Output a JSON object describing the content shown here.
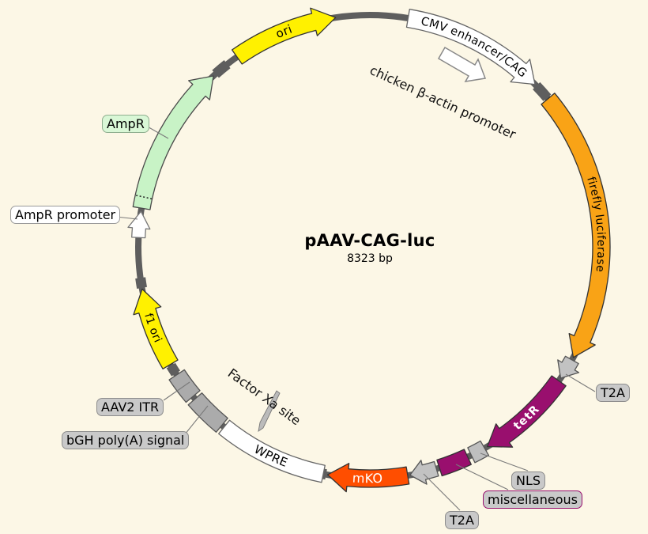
{
  "window": {
    "background": "#FCF7E6",
    "ring_color": "#5E5E5E"
  },
  "plasmid": {
    "title": "pAAV-CAG-luc",
    "size_label": "8323 bp",
    "annotations": {
      "beta_actin": "chicken β-actin promoter",
      "factor_xa": "Factor Xa site"
    },
    "features": [
      {
        "name": "ori",
        "label": "ori",
        "shape": "arrow",
        "direction": "clockwise",
        "color": "#FFF100",
        "outline": "#333333",
        "label_color": "#000000",
        "on_arc": true,
        "label_dir": "cw",
        "font_size": 15,
        "bold": false,
        "start_deg": 325,
        "end_deg": 351.5,
        "width": 22,
        "head_deg": 5.5
      },
      {
        "name": "cmv-enhancer-cag",
        "label": "CMV enhancer/CAG",
        "shape": "arrow",
        "direction": "clockwise",
        "color": "#FFFFFF",
        "outline": "#666666",
        "label_color": "#000000",
        "on_arc": true,
        "label_dir": "cw",
        "font_size": 14.5,
        "bold": false,
        "start_deg": 9.5,
        "end_deg": 45.5,
        "width": 23,
        "head_deg": 5
      },
      {
        "name": "firefly-luciferase",
        "label": "firefly luciferase",
        "shape": "arrow",
        "direction": "clockwise",
        "color": "#F9A316",
        "outline": "#333333",
        "label_color": "#000000",
        "on_arc": true,
        "label_dir": "cw",
        "font_size": 14,
        "bold": false,
        "start_deg": 50.3,
        "end_deg": 118.5,
        "width": 22,
        "head_deg": 5
      },
      {
        "name": "t2a-1",
        "label": "T2A",
        "shape": "arrow",
        "direction": "clockwise",
        "color": "#C2C2C2",
        "outline": "#555555",
        "label_color": "#000000",
        "on_arc": false,
        "start_deg": 119.2,
        "end_deg": 124.5,
        "width": 19,
        "head_deg": 3.5
      },
      {
        "name": "tetr",
        "label": "tetR",
        "shape": "arrow",
        "direction": "clockwise",
        "color": "#990F6E",
        "outline": "#333333",
        "label_color": "#FFFFFF",
        "on_arc": true,
        "label_dir": "ccw",
        "font_size": 14.5,
        "bold": true,
        "start_deg": 125.3,
        "end_deg": 149.5,
        "width": 22,
        "head_deg": 5
      },
      {
        "name": "nls",
        "label": "NLS",
        "shape": "box",
        "direction": null,
        "color": "#BFBFBF",
        "outline": "#555555",
        "label_color": "#000000",
        "on_arc": false,
        "start_deg": 150.3,
        "end_deg": 154,
        "width": 21
      },
      {
        "name": "miscellaneous",
        "label": "miscellaneous",
        "shape": "box",
        "direction": null,
        "color": "#990F6E",
        "outline": "#333333",
        "label_color": "#000000",
        "on_arc": false,
        "start_deg": 155,
        "end_deg": 162.5,
        "width": 21
      },
      {
        "name": "t2a-2",
        "label": "T2A",
        "shape": "arrow",
        "direction": "clockwise",
        "color": "#C2C2C2",
        "outline": "#555555",
        "label_color": "#000000",
        "on_arc": false,
        "start_deg": 163.3,
        "end_deg": 170,
        "width": 19,
        "head_deg": 3.5
      },
      {
        "name": "mko",
        "label": "mKO",
        "shape": "arrow",
        "direction": "clockwise",
        "color": "#FF4E00",
        "outline": "#333333",
        "label_color": "#FFFFFF",
        "on_arc": true,
        "label_dir": "ccw",
        "font_size": 16,
        "bold": false,
        "start_deg": 170.6,
        "end_deg": 190.5,
        "width": 22,
        "head_deg": 5
      },
      {
        "name": "wpre",
        "label": "WPRE",
        "shape": "box",
        "direction": null,
        "color": "#FFFFFF",
        "outline": "#666666",
        "label_color": "#000000",
        "on_arc": true,
        "label_dir": "ccw",
        "font_size": 15,
        "bold": false,
        "start_deg": 191.6,
        "end_deg": 219,
        "width": 22
      },
      {
        "name": "bgh-polya",
        "label": "bGH poly(A) signal",
        "shape": "box",
        "direction": null,
        "color": "#ABABAB",
        "outline": "#555555",
        "label_color": "#000000",
        "on_arc": false,
        "start_deg": 219.7,
        "end_deg": 229,
        "width": 23
      },
      {
        "name": "aav2-itr",
        "label": "AAV2 ITR",
        "shape": "box",
        "direction": null,
        "color": "#ABABAB",
        "outline": "#555555",
        "label_color": "#000000",
        "on_arc": false,
        "start_deg": 229.8,
        "end_deg": 236.5,
        "width": 23
      },
      {
        "name": "f1-ori",
        "label": "f1 ori",
        "shape": "arrow",
        "direction": "clockwise",
        "color": "#FFF100",
        "outline": "#333333",
        "label_color": "#000000",
        "on_arc": true,
        "label_dir": "ccw",
        "font_size": 14,
        "bold": false,
        "start_deg": 239.5,
        "end_deg": 259.5,
        "width": 22,
        "head_deg": 5.5
      },
      {
        "name": "ampr-promoter",
        "label": "AmpR promoter",
        "shape": "arrow",
        "direction": "clockwise",
        "color": "#FFFFFF",
        "outline": "#777777",
        "label_color": "#000000",
        "on_arc": false,
        "start_deg": 272.3,
        "end_deg": 278.8,
        "width": 17,
        "head_deg": 4.2
      },
      {
        "name": "ampr",
        "label": "AmpR",
        "shape": "arrow",
        "direction": "clockwise",
        "color": "#C8F3C6",
        "outline": "#4a4a4a",
        "label_color": "#000000",
        "on_arc": false,
        "start_deg": 279.6,
        "end_deg": 317.5,
        "width": 22,
        "head_deg": 5,
        "divider_deg": 282.4
      }
    ]
  }
}
